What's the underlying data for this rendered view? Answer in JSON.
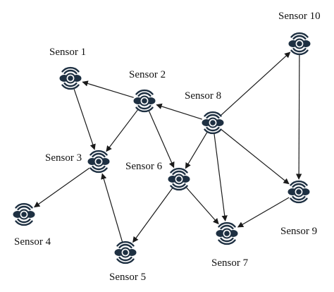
{
  "diagram": {
    "colors": {
      "node_dark": "#1e3042",
      "node_ring": "#ffffff",
      "edge": "#1a1a1a",
      "label": "#111111"
    },
    "icon": "wireless-sensor-icon",
    "nodes": [
      {
        "id": "s1",
        "label": "Sensor 1"
      },
      {
        "id": "s2",
        "label": "Sensor 2"
      },
      {
        "id": "s3",
        "label": "Sensor 3"
      },
      {
        "id": "s4",
        "label": "Sensor 4"
      },
      {
        "id": "s5",
        "label": "Sensor 5"
      },
      {
        "id": "s6",
        "label": "Sensor 6"
      },
      {
        "id": "s7",
        "label": "Sensor 7"
      },
      {
        "id": "s8",
        "label": "Sensor 8"
      },
      {
        "id": "s9",
        "label": "Sensor 9"
      },
      {
        "id": "s10",
        "label": "Sensor 10"
      }
    ],
    "edges": [
      {
        "from": "s2",
        "to": "s1"
      },
      {
        "from": "s1",
        "to": "s3"
      },
      {
        "from": "s2",
        "to": "s3"
      },
      {
        "from": "s3",
        "to": "s4"
      },
      {
        "from": "s8",
        "to": "s2"
      },
      {
        "from": "s2",
        "to": "s6"
      },
      {
        "from": "s8",
        "to": "s6"
      },
      {
        "from": "s8",
        "to": "s10"
      },
      {
        "from": "s10",
        "to": "s9"
      },
      {
        "from": "s8",
        "to": "s9"
      },
      {
        "from": "s8",
        "to": "s7"
      },
      {
        "from": "s9",
        "to": "s7"
      },
      {
        "from": "s6",
        "to": "s7"
      },
      {
        "from": "s6",
        "to": "s5"
      },
      {
        "from": "s5",
        "to": "s3"
      }
    ]
  }
}
